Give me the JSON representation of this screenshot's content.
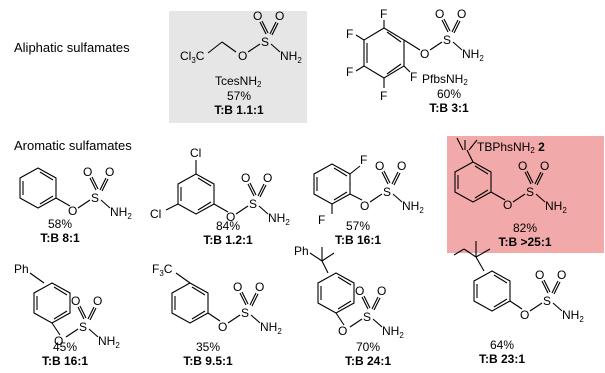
{
  "sections": {
    "aliphatic": "Aliphatic sulfamates",
    "aromatic": "Aromatic sulfamates"
  },
  "colors": {
    "tces_highlight": "#e6e6e6",
    "tbphs_highlight": "#f2a9a9"
  },
  "compounds": [
    {
      "id": "tces",
      "name": "TcesNH2",
      "yield": "57%",
      "ratio": "T:B 1.1:1"
    },
    {
      "id": "pfbs",
      "name": "PfbsNH2",
      "yield": "60%",
      "ratio": "T:B 3:1"
    },
    {
      "id": "phenyl",
      "yield": "58%",
      "ratio": "T:B 8:1"
    },
    {
      "id": "dichloro",
      "yield": "84%",
      "ratio": "T:B 1.2:1"
    },
    {
      "id": "difluoro",
      "yield": "57%",
      "ratio": "T:B 16:1"
    },
    {
      "id": "tbphs",
      "name": "TBPhsNH2",
      "label": "2",
      "yield": "82%",
      "ratio": "T:B >25:1"
    },
    {
      "id": "biphenyl",
      "yield": "45%",
      "ratio": "T:B 16:1"
    },
    {
      "id": "cf3",
      "yield": "35%",
      "ratio": "T:B 9.5:1"
    },
    {
      "id": "cumyl",
      "yield": "70%",
      "ratio": "T:B 24:1"
    },
    {
      "id": "tamyl",
      "yield": "64%",
      "ratio": "T:B 23:1"
    }
  ]
}
